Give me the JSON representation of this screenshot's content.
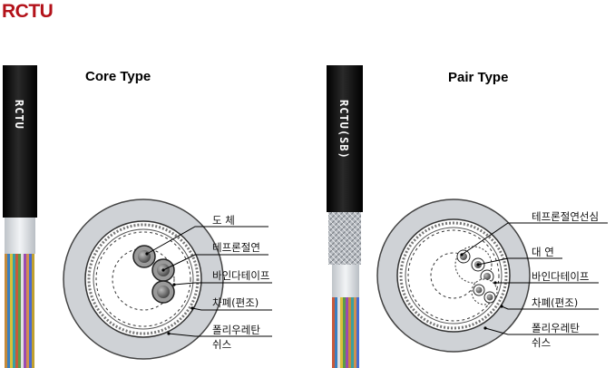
{
  "page": {
    "title": "RCTU"
  },
  "colors": {
    "title": "#b3121a",
    "jacket": "#111111",
    "sheath": "#cfd2d6"
  },
  "core_type": {
    "heading": "Core Type",
    "cable_print": "RCTU",
    "callouts": [
      "도 체",
      "테프론절연",
      "바인다테이프",
      "차폐(편조)",
      "폴리우레탄",
      "쉬스"
    ]
  },
  "pair_type": {
    "heading": "Pair Type",
    "cable_print": "RCTU(SB)",
    "callouts": [
      "테프론절연선심",
      "대 연",
      "바인다테이프",
      "차폐(편조)",
      "폴리우레탄",
      "쉬스"
    ]
  }
}
